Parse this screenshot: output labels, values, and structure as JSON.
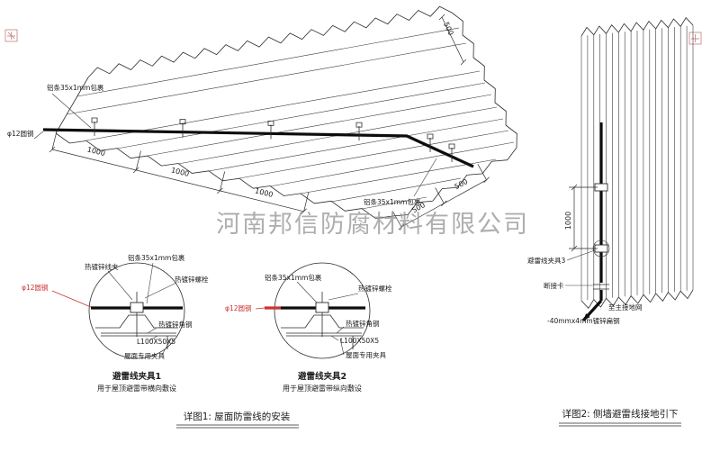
{
  "watermark": {
    "text": "河南邦信防腐材料有限公司"
  },
  "roof": {
    "label_al_strip_top": "铝条35x1mm包裹",
    "label_al_strip_right": "铝条35x1mm包裹",
    "label_round_steel": "φ12圆钢",
    "dims": {
      "a": "1000",
      "b": "1000",
      "c": "1000",
      "d": "500",
      "e": "500",
      "f": "500"
    }
  },
  "detail1": {
    "label_clamp": "热镀锌线夹",
    "label_al_strip": "铝条35x1mm包裹",
    "label_bolt": "热镀锌螺栓",
    "label_round_steel": "φ12圆钢",
    "label_angle_steel": "热镀锌角钢",
    "label_angle_spec": "L100X50X5",
    "label_roof_clamp": "屋面专用夹具",
    "title": "避雷线夹具1",
    "subtitle": "用于屋顶避雷带横向敷设"
  },
  "detail2": {
    "label_al_strip": "铝条35x1mm包裹",
    "label_bolt": "热镀锌螺栓",
    "label_round_steel": "φ12圆钢",
    "label_angle_steel": "热镀锌角钢",
    "label_angle_spec": "L100X50X5",
    "label_roof_clamp": "屋面专用夹具",
    "title": "避雷线夹具2",
    "subtitle": "用于屋顶避雷带纵向敷设"
  },
  "wall": {
    "dim_a": "1000",
    "label_clamp3": "避雷线夹具3",
    "label_disconnect": "断接卡",
    "label_to_ground": "至主接地网",
    "label_flat_steel": "-40mmx4mm镀锌扁钢"
  },
  "captions": {
    "fig1": "详图1: 屋面防雷线的安装",
    "fig2": "详图2: 侧墙避雷线接地引下"
  }
}
